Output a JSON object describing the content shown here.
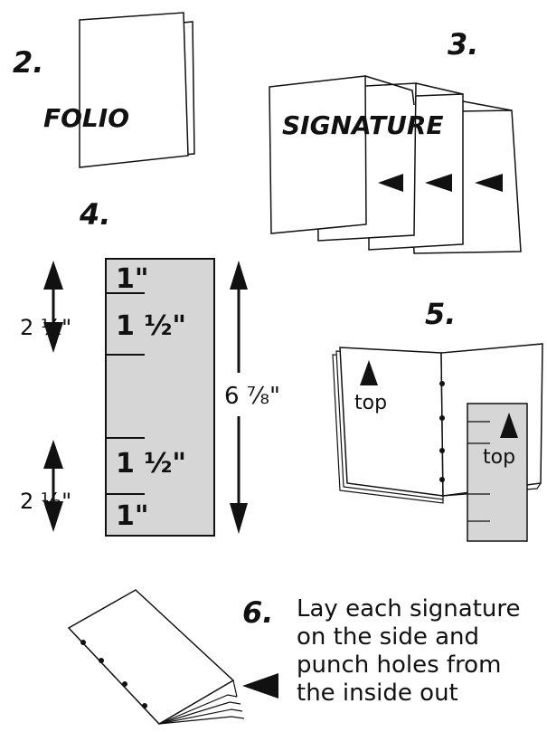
{
  "steps": {
    "folio": {
      "number": "2.",
      "label": "FOLIO"
    },
    "signature": {
      "number": "3.",
      "label": "SIGNATURE"
    },
    "template": {
      "number": "4.",
      "marks_top": [
        "1\"",
        "1 ½\""
      ],
      "marks_bottom": [
        "1 ½\"",
        "1\""
      ],
      "spacing_top": "2 ½\"",
      "spacing_bottom": "2 ½\"",
      "height": "6 ⅞\""
    },
    "book": {
      "number": "5.",
      "label_left": "top",
      "label_right": "top"
    },
    "punch": {
      "number": "6.",
      "caption": [
        "Lay each signature",
        "on the side and",
        "punch holes from",
        "the inside out"
      ]
    }
  },
  "colors": {
    "ink": "#111111",
    "template_fill": "#d6d6d6",
    "paper": "#ffffff"
  }
}
